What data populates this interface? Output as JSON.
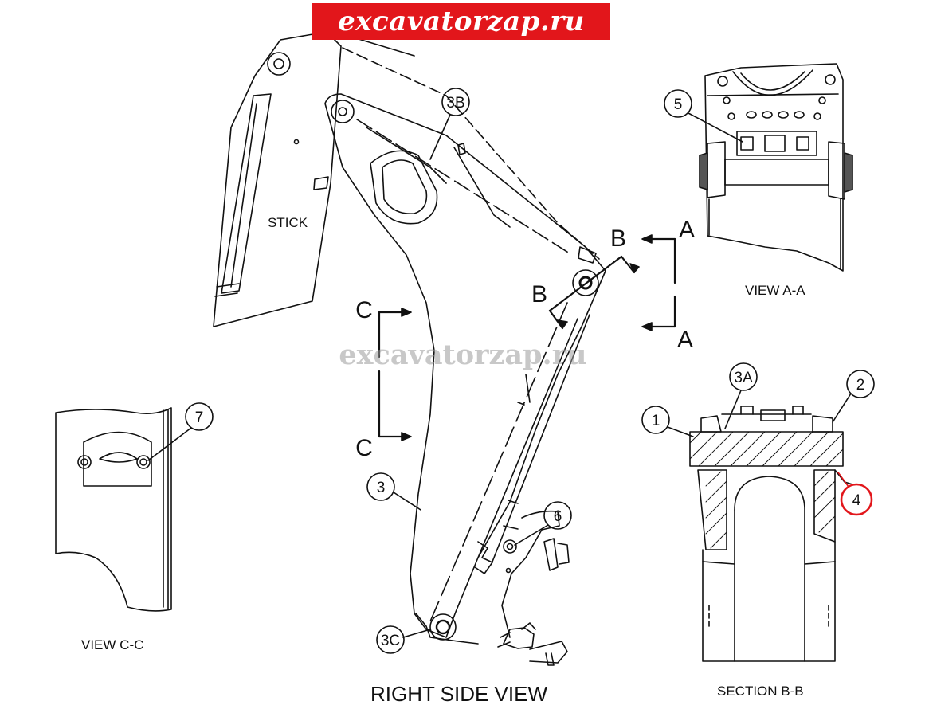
{
  "banner": {
    "text": "excavatorzap.ru",
    "bg_color": "#e2161b",
    "text_color": "#ffffff"
  },
  "watermark": {
    "text": "excavatorzap.ru"
  },
  "labels": {
    "stick": "STICK",
    "right_side_view": "RIGHT SIDE VIEW",
    "view_aa": "VIEW  A-A",
    "view_cc": "VIEW  C-C",
    "section_bb": "SECTION  B-B"
  },
  "section_markers": {
    "a": "A",
    "b": "B",
    "c": "C"
  },
  "callouts": {
    "c3b": "3B",
    "c3": "3",
    "c3c": "3C",
    "c6": "6",
    "c5": "5",
    "c7": "7",
    "c1": "1",
    "c3a": "3A",
    "c2": "2",
    "c4": "4"
  },
  "highlight_color": "#e2161b"
}
